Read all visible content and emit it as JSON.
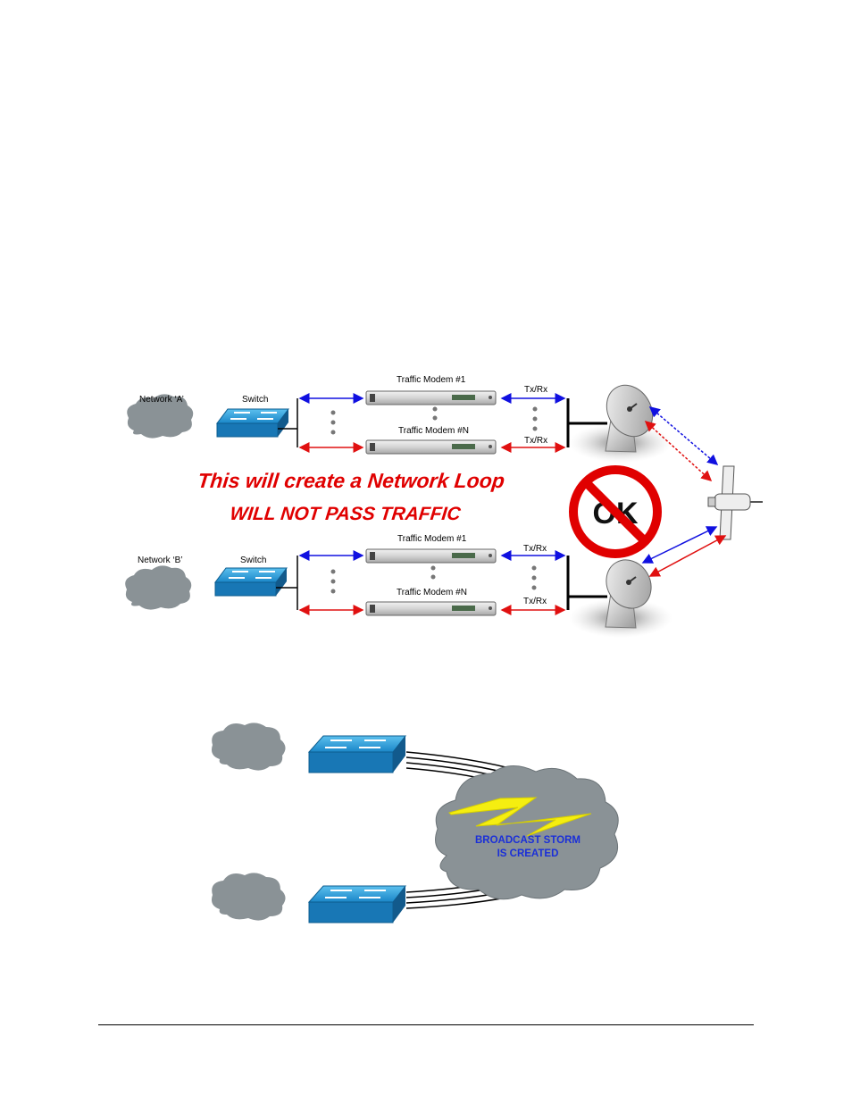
{
  "diagram1": {
    "top_network": {
      "label": "Network ‘A’",
      "switch_label": "Switch",
      "modem_first_label": "Traffic Modem #1",
      "modem_last_label": "Traffic Modem #N",
      "txrx_first": "Tx/Rx",
      "txrx_last": "Tx/Rx"
    },
    "bottom_network": {
      "label": "Network ‘B’",
      "switch_label": "Switch",
      "modem_first_label": "Traffic Modem #1",
      "modem_last_label": "Traffic Modem #N",
      "txrx_first": "Tx/Rx",
      "txrx_last": "Tx/Rx"
    },
    "warning_line1": "This will create a Network Loop",
    "warning_line2": "WILL NOT PASS TRAFFIC",
    "no_ok_sign": "OK",
    "colors": {
      "tx": "#1010e0",
      "rx": "#e01010",
      "warning": "#e00000",
      "switch": "#1a8fd0",
      "cloud": "#8a9296"
    }
  },
  "diagram2": {
    "storm_line1": "BROADCAST STORM",
    "storm_line2": "IS CREATED",
    "colors": {
      "storm_text": "#1a2fd8",
      "lightning": "#f5ee10",
      "cloud": "#8a9296"
    }
  }
}
